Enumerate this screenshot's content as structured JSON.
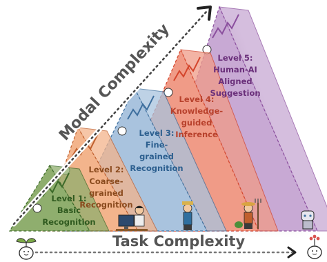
{
  "axes": {
    "modal_label": "Modal Complexity",
    "task_label": "Task Complexity"
  },
  "levels": [
    {
      "id": "level-1",
      "lines": [
        "Level 1:",
        "Basic",
        "Recognition"
      ],
      "fill": "#8fae6e",
      "accent": "#3d6b2a",
      "text_color": "#2f5a1f"
    },
    {
      "id": "level-2",
      "lines": [
        "Level 2:",
        "Coarse-",
        "grained",
        "Recognition"
      ],
      "fill": "#f3b48c",
      "accent": "#c0602e",
      "text_color": "#8a4a1d"
    },
    {
      "id": "level-3",
      "lines": [
        "Level 3:",
        "Fine-",
        "grained",
        "Recognition"
      ],
      "fill": "#a9c3de",
      "accent": "#3e6f9e",
      "text_color": "#2c5f8f"
    },
    {
      "id": "level-4",
      "lines": [
        "Level 4:",
        "Knowledge-",
        "guided",
        "Inference"
      ],
      "fill": "#f09b87",
      "accent": "#d4452c",
      "text_color": "#b8412c"
    },
    {
      "id": "level-5",
      "lines": [
        "Level 5:",
        "Human-AI",
        "Aligned",
        "Suggestion"
      ],
      "fill": "#c8a9d4",
      "accent": "#8b4f9e",
      "text_color": "#6a2f7a"
    }
  ],
  "icons": [
    "sprout-icon",
    "flower-icon",
    "person-at-computer-icon",
    "farmer-icon",
    "robot-icon"
  ],
  "colors": {
    "arrow": "#333333",
    "shadow": "#b9b9b9"
  }
}
